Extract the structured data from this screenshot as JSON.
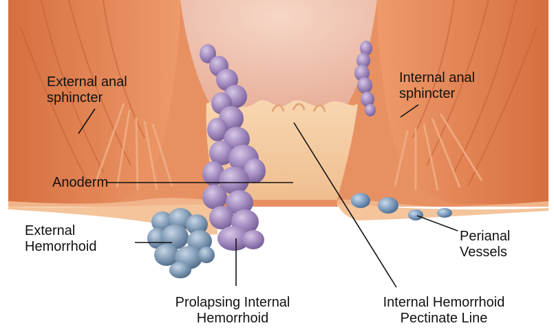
{
  "labels": {
    "external_anal_sphincter": [
      "External anal",
      "sphincter"
    ],
    "internal_anal_sphincter": [
      "Internal anal",
      "sphincter"
    ],
    "anoderm": "Anoderm",
    "external_hemorrhoid": [
      "External",
      "Hemorrhoid"
    ],
    "perianal_vessels": [
      "Perianal",
      "Vessels"
    ],
    "prolapsing_internal_hemorrhoid": [
      "Prolapsing Internal",
      "Hemorrhoid"
    ],
    "internal_hemorrhoid_pectinate_line": [
      "Internal Hemorrhoid",
      "Pectinate Line"
    ]
  },
  "colors": {
    "muscle": "#e07f4f",
    "muscle_dark": "#c8643a",
    "mucosa": "#f4caa0",
    "lumen": "#eec3b2",
    "internal_hemorrhoid": "#a58fbf",
    "external_hemorrhoid": "#7f99b4",
    "perianal_vessel": "#6e8fb4",
    "leader_line": "#111111"
  }
}
